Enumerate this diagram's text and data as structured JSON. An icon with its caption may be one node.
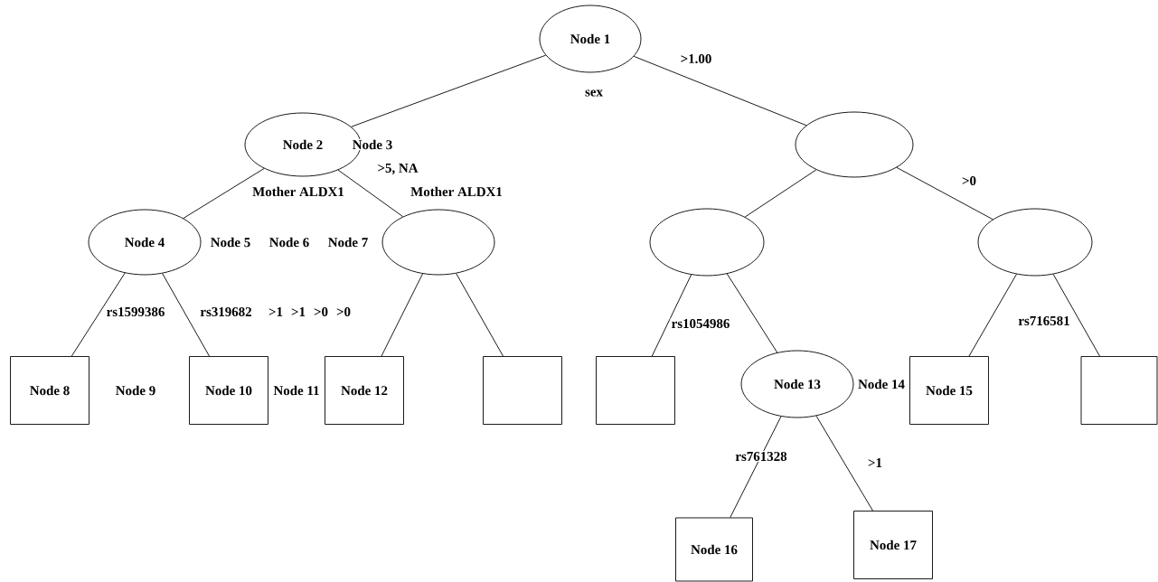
{
  "diagram": {
    "nodes": [
      {
        "text": [
          "Node 1"
        ]
      },
      {
        "text": [
          "Node 2"
        ]
      },
      {
        "text": [],
        "shape": "ellipse"
      },
      {
        "text": [
          "Node 4"
        ]
      },
      {
        "text": [],
        "shape": "ellipse"
      },
      {
        "text": [],
        "shape": "ellipse"
      },
      {
        "text": [],
        "shape": "ellipse"
      },
      {
        "text": [
          "Node 8"
        ]
      },
      {
        "text": [
          "Node 10"
        ]
      },
      {
        "text": [
          "Node 12"
        ]
      },
      {
        "text": [],
        "shape": "box"
      },
      {
        "text": [],
        "shape": "box"
      },
      {
        "text": [
          "Node 13"
        ]
      },
      {
        "text": [
          "Node 15"
        ]
      },
      {
        "text": [],
        "shape": "box"
      },
      {
        "text": [
          "Node 16"
        ]
      },
      {
        "text": [
          "Node 17"
        ]
      }
    ],
    "edges": [
      {
        "from": 0,
        "to": 1,
        "arrow": "none"
      },
      {
        "from": 0,
        "to": 2,
        "arrow": "none",
        "label": ">1.00"
      },
      {
        "from": 1,
        "to": 3,
        "arrow": "none"
      },
      {
        "from": 1,
        "to": 4,
        "arrow": "none"
      },
      {
        "from": 2,
        "to": 5,
        "arrow": "none"
      },
      {
        "from": 2,
        "to": 6,
        "arrow": "none",
        "label": ">0"
      },
      {
        "from": 3,
        "to": 7,
        "arrow": "none"
      },
      {
        "from": 3,
        "to": 8,
        "arrow": "none"
      },
      {
        "from": 4,
        "to": 9,
        "arrow": "none"
      },
      {
        "from": 4,
        "to": 10,
        "arrow": "none"
      },
      {
        "from": 5,
        "to": 11,
        "arrow": "none"
      },
      {
        "from": 5,
        "to": 12,
        "arrow": "none"
      },
      {
        "from": 6,
        "to": 13,
        "arrow": "none"
      },
      {
        "from": 6,
        "to": 14,
        "arrow": "none"
      },
      {
        "from": 12,
        "to": 15,
        "arrow": "none"
      },
      {
        "from": 12,
        "to": 16,
        "arrow": "none",
        "label": ">1"
      }
    ],
    "labels": [
      "sex",
      "Node 3",
      ">5, NA",
      "Mother ALDX1",
      "Mother ALDX1",
      "Node 5",
      "Node 6",
      "Node 7",
      "rs1599386",
      "rs319682",
      ">1",
      ">1",
      ">0",
      ">0",
      "rs1054986",
      "rs716581",
      "Node 9",
      "Node 11",
      "Node 14",
      "rs761328"
    ]
  }
}
